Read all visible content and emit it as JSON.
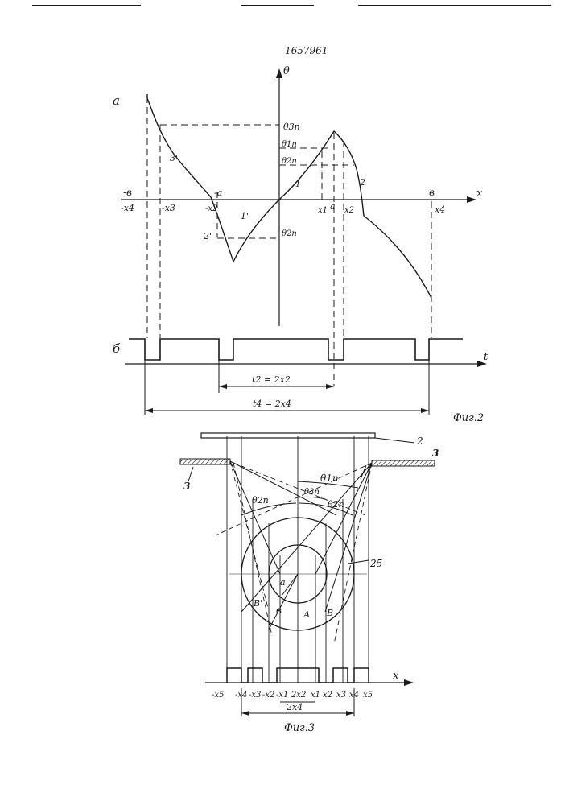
{
  "header": {
    "patent_number": "1657961"
  },
  "fig2": {
    "caption": "Фиг.2",
    "axis_theta": "θ",
    "axis_x": "x",
    "axis_t": "t",
    "label_a": "а",
    "label_b": "б",
    "markers": {
      "minus_b": "-в",
      "minus_x4": "-x4",
      "minus_x3": "-x3",
      "minus_x2": "-x2",
      "minus_a": "-а",
      "x1": "x1",
      "a": "а",
      "x2": "x2",
      "b": "в",
      "x4": "x4"
    },
    "levels": {
      "theta_3p": "θ3п",
      "theta_1p": "θ1п",
      "theta_2p": "θ2п",
      "theta_2p_neg": "θ2п"
    },
    "curve_labels": {
      "c3p": "3'",
      "c2p": "2'",
      "c1p": "1'",
      "c1": "1",
      "c2": "2"
    },
    "t2_label": "t2 = 2x2",
    "t4_label": "t4 = 2x4"
  },
  "fig3": {
    "caption": "Фиг.3",
    "axis_x": "x",
    "labels": {
      "label_2": "2",
      "label_3_left": "3",
      "label_3_right": "3",
      "label_25": "25",
      "theta_1p": "θ1п",
      "theta_3p": "θ3п",
      "theta_2p_left": "θ2п",
      "theta_2p_right": "θ2п",
      "a": "а",
      "b": "в",
      "B": "В",
      "B_prime": "В'",
      "A": "А"
    },
    "xticks": [
      "-x5",
      "-x4",
      "-x3",
      "-x2",
      "-x1",
      "2x2",
      "x1",
      "x2",
      "x3",
      "x4",
      "x5"
    ],
    "dim_label": "2x4"
  }
}
